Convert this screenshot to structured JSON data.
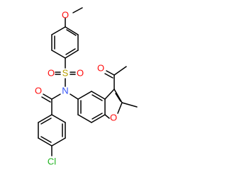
{
  "colors": {
    "background": "#ffffff",
    "bond": "#000000",
    "carbon": "#000000",
    "oxygen": "#ff0d0d",
    "nitrogen": "#3050f8",
    "sulfur": "#b8a000",
    "chlorine": "#1fb31f"
  },
  "atom_labels": {
    "methoxy_o": "O",
    "sulfonyl_s": "S",
    "sulfonyl_o_left": "O",
    "sulfonyl_o_right": "O",
    "amide_n": "N",
    "amide_o": "O",
    "acetyl_o": "O",
    "furan_o": "O",
    "chlorine": "Cl"
  }
}
